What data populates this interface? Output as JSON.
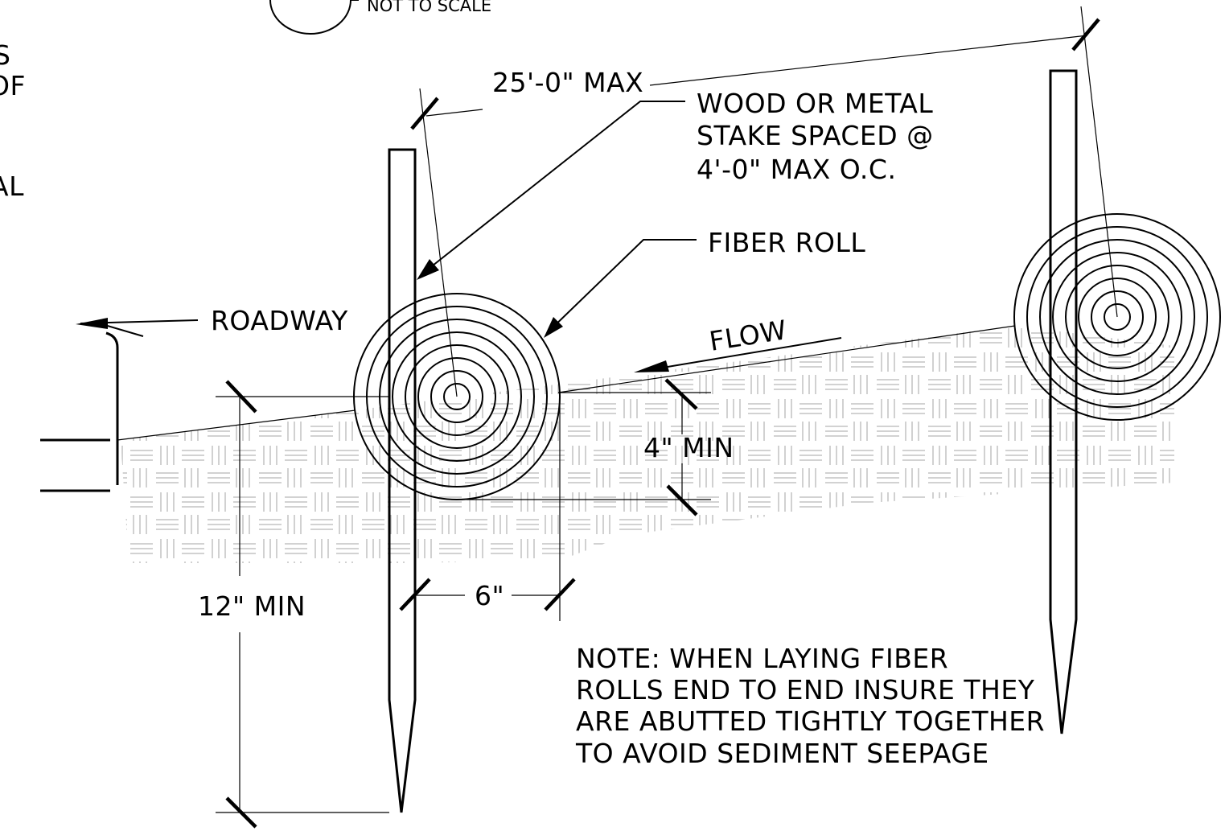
{
  "scale_note": "NOT TO SCALE",
  "left_margin_fragments": [
    "S",
    "OF",
    "AL"
  ],
  "labels": {
    "spacing_max": "25'-0\" MAX",
    "stake_line1": "WOOD OR METAL",
    "stake_line2": "STAKE SPACED @",
    "stake_line3": "4'-0\" MAX O.C.",
    "fiber_roll": "FIBER ROLL",
    "roadway": "ROADWAY",
    "flow": "FLOW",
    "depth_min": "4\" MIN",
    "offset": "6\"",
    "embed_min": "12\" MIN"
  },
  "note": [
    "NOTE: WHEN LAYING FIBER",
    "ROLLS END TO END INSURE THEY",
    "ARE ABUTTED TIGHTLY TOGETHER",
    "TO AVOID SEDIMENT SEEPAGE"
  ]
}
